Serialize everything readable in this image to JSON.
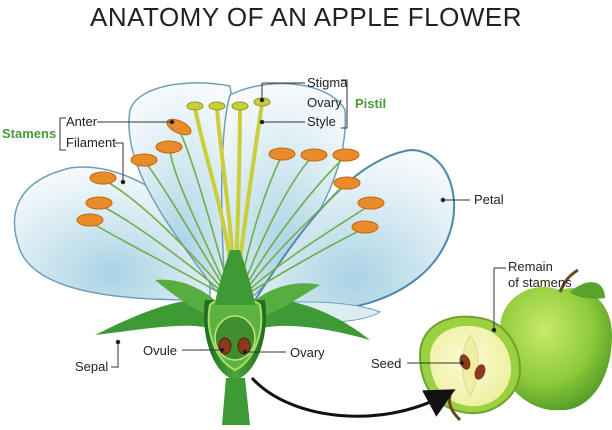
{
  "title": "ANATOMY OF AN APPLE FLOWER",
  "labels": {
    "stamens": "Stamens",
    "anter": "Anter",
    "filament": "Filament",
    "stigma": "Stigma",
    "ovary_top": "Ovary",
    "style": "Style",
    "pistil": "Pistil",
    "petal": "Petal",
    "remain": "Remain",
    "of_stamens": "of stamens",
    "seed": "Seed",
    "sepal": "Sepal",
    "ovule": "Ovule",
    "ovary_bottom": "Ovary"
  },
  "colors": {
    "petal_fill": "#eef5f8",
    "petal_shade": "#9cc9dc",
    "petal_edge": "#6f9fb8",
    "anther": "#e98b2a",
    "filament": "#6fae4a",
    "style": "#c9cf3a",
    "sepal": "#3e9a34",
    "ovary": "#2f7d2b",
    "apple_green": "#8fcb3c",
    "apple_flesh": "#f6f4b8",
    "seed": "#8a3a1c",
    "accent_green": "#4a9a3a",
    "arrow": "#111111"
  }
}
